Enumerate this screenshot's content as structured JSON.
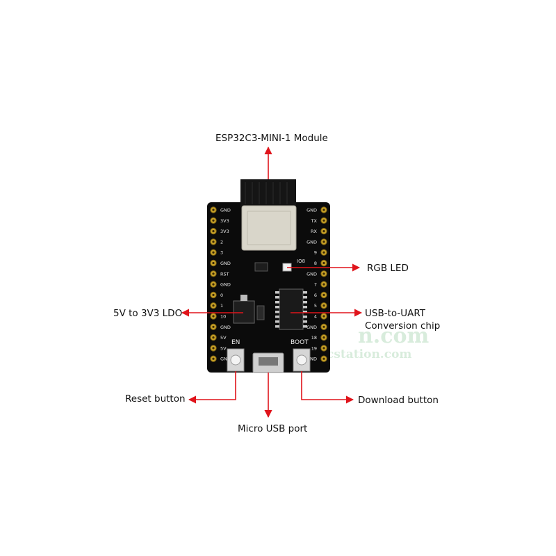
{
  "callouts": {
    "module": "ESP32C3-MINI-1 Module",
    "rgb_led": "RGB LED",
    "ldo": "5V to 3V3 LDO",
    "uart_line1": "USB-to-UART",
    "uart_line2": "Conversion chip",
    "reset": "Reset button",
    "download": "Download button",
    "usb": "Micro USB port"
  },
  "board": {
    "en_label": "EN",
    "boot_label": "BOOT",
    "led_label": "IO8",
    "left_pins": [
      "GND",
      "3V3",
      "3V3",
      "2",
      "3",
      "GND",
      "RST",
      "GND",
      "0",
      "1",
      "10",
      "GND",
      "5V",
      "5V",
      "GND"
    ],
    "right_pins": [
      "GND",
      "TX",
      "RX",
      "GND",
      "9",
      "8",
      "GND",
      "7",
      "6",
      "5",
      "4",
      "GND",
      "18",
      "19",
      "GND"
    ]
  },
  "watermark": {
    "main": "n.com",
    "sub": "cstation.com"
  },
  "colors": {
    "arrow": "#e0141b",
    "pcb": "#0b0b0b",
    "module_shield": "#d9d6ca",
    "header_pin": "#c9a227",
    "watermark": "#d8ecdc"
  }
}
